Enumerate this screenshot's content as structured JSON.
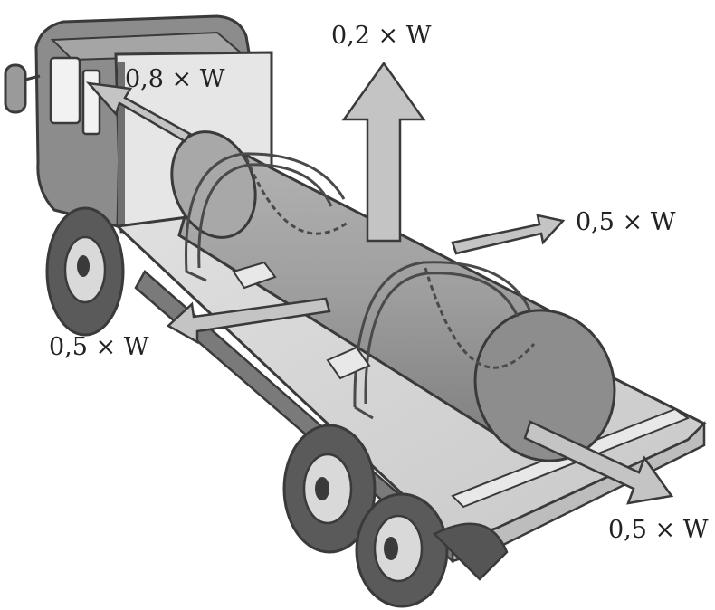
{
  "forces": {
    "forward": "0,8 × W",
    "upward": "0,2 × W",
    "sideways_right": "0,5 × W",
    "sideways_left": "0,5 × W",
    "rearward": "0,5 × W"
  },
  "colors": {
    "outline": "#3a3a3a",
    "cab_body": "#8c8c8c",
    "cab_dark": "#6f6f6f",
    "cargo_load": "#9a9a9a",
    "platform": "#d2d2d2",
    "arrow_fill": "#c4c4c4",
    "tyre": "#5a5a5a",
    "rim": "#d9d9d9"
  },
  "icons": {
    "vehicle": "flatbed-truck-icon",
    "load": "cylindrical-cargo-icon",
    "arrows": "force-arrow-icon"
  }
}
